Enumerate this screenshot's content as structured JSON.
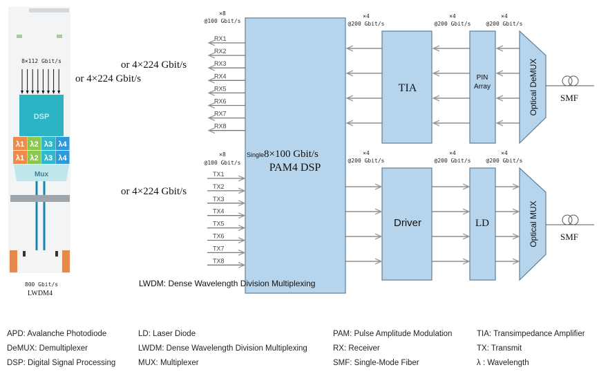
{
  "module": {
    "input_rate": "8×112 Gbit/s",
    "dsp_label": "DSP",
    "lambdas": [
      "λ1",
      "λ2",
      "λ3",
      "λ4",
      "λ1",
      "λ2",
      "λ3",
      "λ4"
    ],
    "mux_label": "Mux",
    "output_rate": "800 Gbit/s",
    "name": "LWDM4"
  },
  "alt_rates": [
    "or 4×224 Gbit/s",
    "or 4×224 Gbit/s",
    "or 4×224 Gbit/s"
  ],
  "dsp": {
    "line1_prefix": "Single",
    "line1": "8×100 Gbit/s",
    "line2": "PAM4 DSP"
  },
  "rx": {
    "count_label": "×8",
    "rate_label": "@100 Gbit/s",
    "channels": [
      "RX1",
      "RX2",
      "RX3",
      "RX4",
      "RX5",
      "RX6",
      "RX7",
      "RX8"
    ],
    "lane_labels": [
      {
        "count": "×4",
        "rate": "@200 Gbit/s"
      },
      {
        "count": "×4",
        "rate": "@200 Gbit/s"
      },
      {
        "count": "×4",
        "rate": "@200 Gbit/s"
      }
    ],
    "tia": "TIA",
    "pin_line1": "PIN",
    "pin_line2": "Array",
    "demux": "Optical DeMUX",
    "fiber": "SMF"
  },
  "tx": {
    "count_label": "×8",
    "rate_label": "@100 Gbit/s",
    "channels": [
      "TX1",
      "TX2",
      "TX3",
      "TX4",
      "TX5",
      "TX6",
      "TX7",
      "TX8"
    ],
    "lane_labels": [
      {
        "count": "×4",
        "rate": "@200 Gbit/s"
      },
      {
        "count": "×4",
        "rate": "@200 Gbit/s"
      },
      {
        "count": "×4",
        "rate": "@200 Gbit/s"
      }
    ],
    "driver": "Driver",
    "ld": "LD",
    "mux": "Optical MUX",
    "fiber": "SMF"
  },
  "lwdm_note": "LWDM: Dense Wavelength Division Multiplexing",
  "legend": [
    [
      "APD: Avalanche Photodiode",
      "DeMUX: Demultiplexer",
      "DSP: Digital Signal Processing"
    ],
    [
      "LD: Laser Diode",
      "LWDM: Dense Wavelength Division Multiplexing",
      "MUX: Multiplexer"
    ],
    [
      "PAM: Pulse Amplitude Modulation",
      "RX: Receiver",
      "SMF: Single-Mode Fiber"
    ],
    [
      "TIA: Transimpedance Amplifier",
      "TX: Transmit",
      "λ : Wavelength"
    ]
  ],
  "colors": {
    "block": "#b6d4ec",
    "dsp_teal": "#2bb5c4",
    "orange": "#ef8a4a",
    "green": "#8cc751",
    "teal": "#2fb8c9",
    "blue": "#2c9ad8"
  }
}
